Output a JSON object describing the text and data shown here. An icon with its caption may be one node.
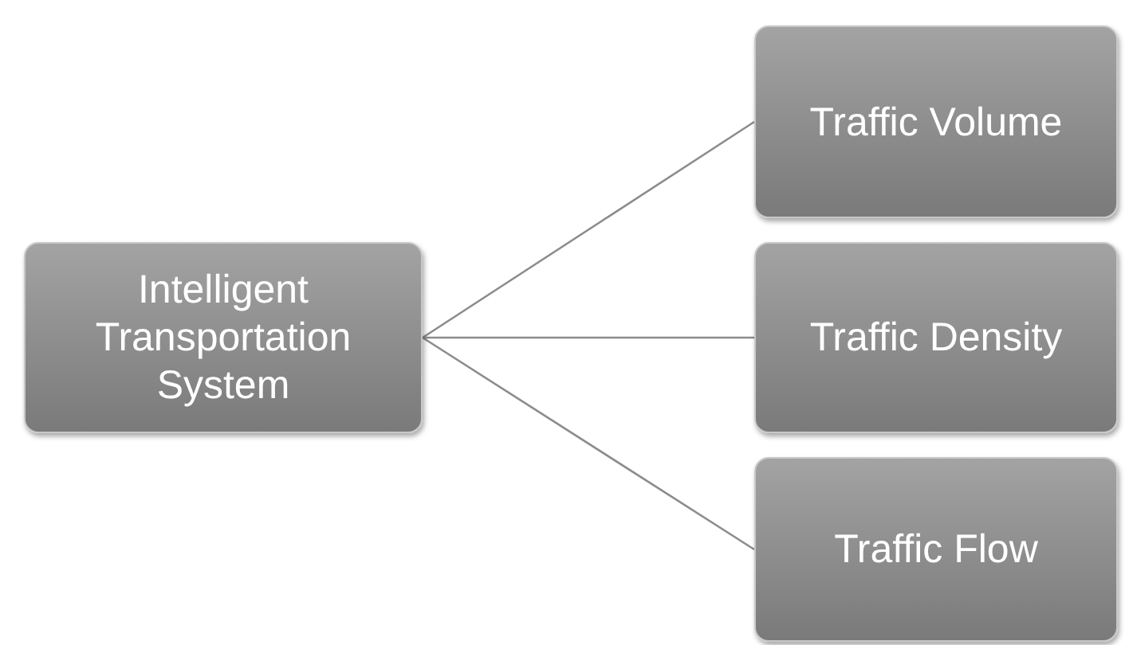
{
  "diagram": {
    "nodes": [
      {
        "text": [
          "Intelligent Transportation System"
        ]
      },
      {
        "text": [
          "Traffic Volume"
        ]
      },
      {
        "text": [
          "Traffic Density"
        ]
      },
      {
        "text": [
          "Traffic Flow"
        ]
      }
    ],
    "edges": [
      {
        "from": 0,
        "to": 1,
        "arrow": "none"
      },
      {
        "from": 0,
        "to": 2,
        "arrow": "none"
      },
      {
        "from": 0,
        "to": 3,
        "arrow": "none"
      }
    ]
  }
}
